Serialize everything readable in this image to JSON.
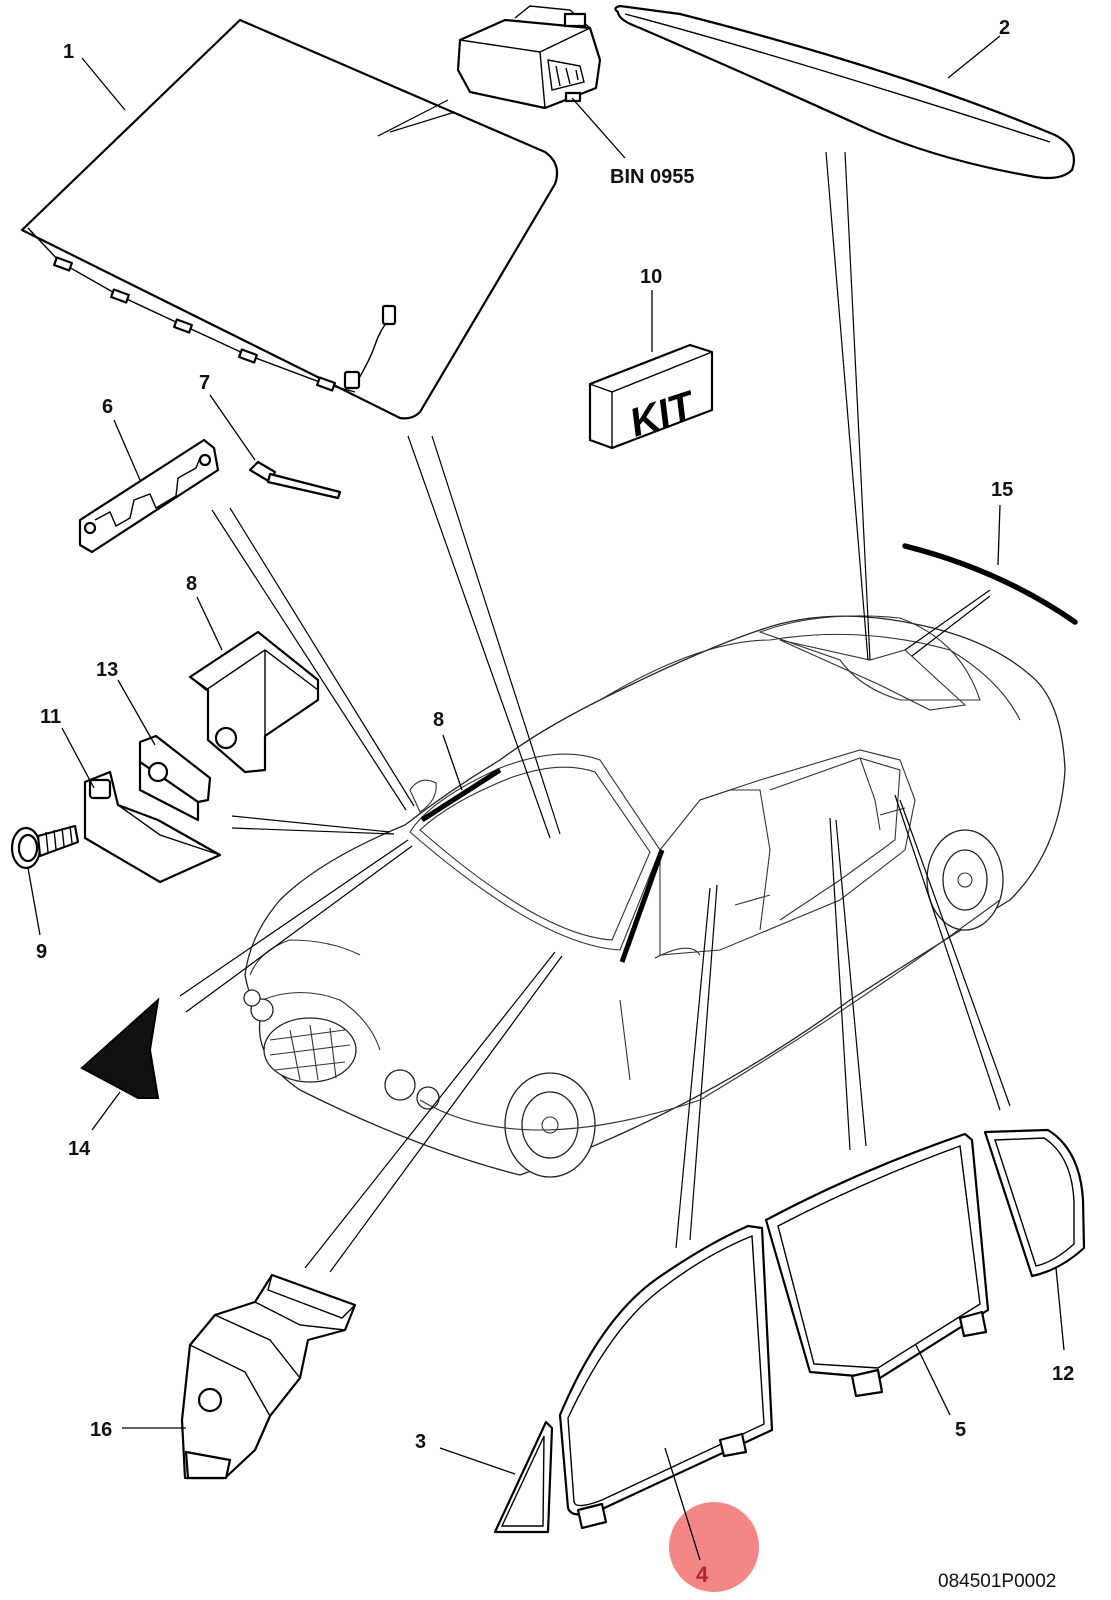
{
  "callouts": {
    "c1": "1",
    "c2": "2",
    "c3": "3",
    "c4": "4",
    "c5": "5",
    "c6": "6",
    "c7": "7",
    "c8a": "8",
    "c8b": "8",
    "c9": "9",
    "c10": "10",
    "c11": "11",
    "c12": "12",
    "c13": "13",
    "c14": "14",
    "c15": "15",
    "c16": "16"
  },
  "bin_label": "BIN 0955",
  "kit_label": "KIT",
  "reference_code": "084501P0002",
  "highlight": {
    "color": "#f48080",
    "label_color": "#b32626"
  }
}
